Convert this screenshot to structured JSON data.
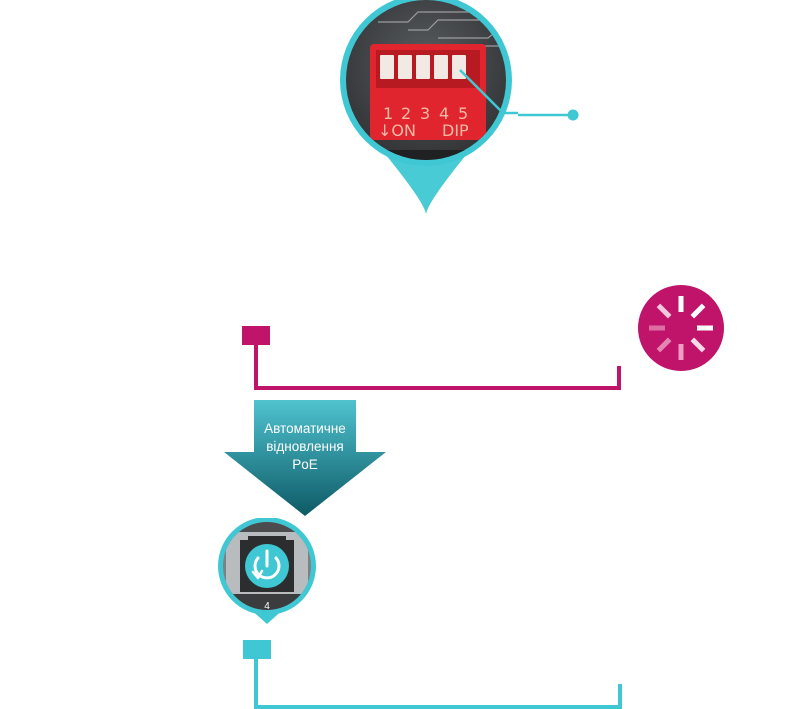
{
  "colors": {
    "accent_teal": "#3fc8d3",
    "accent_magenta": "#c0136a",
    "arrow_top": "#4fc3cf",
    "arrow_bottom": "#0d5a66",
    "dip_red": "#e0252e"
  },
  "dip_switch": {
    "numbers": [
      "1",
      "2",
      "3",
      "4",
      "5"
    ],
    "on_label": "↓ON",
    "dip_label": "DIP"
  },
  "poe_arrow": {
    "label_line1": "Автоматичне",
    "label_line2": "відновлення",
    "label_line3": "PoE"
  },
  "port": {
    "number": "4",
    "icon": "power-restart-icon"
  },
  "status_icon": "loading-spinner-icon"
}
